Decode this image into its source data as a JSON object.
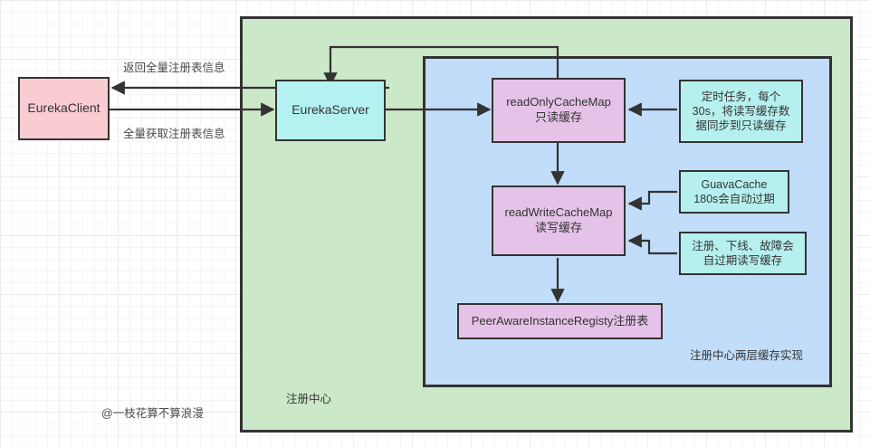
{
  "diagram": {
    "title_watermark": "@一枝花算不算浪漫",
    "colors": {
      "client_fill": "#f9ccd2",
      "server_fill": "#b4f2f2",
      "cache_fill": "#e5c3e8",
      "note_fill": "#b6f0ee",
      "outer_container_fill": "#cbe8c8",
      "inner_container_fill": "#c1ddf9",
      "stroke": "#333333",
      "grid": "#ececec"
    },
    "containers": [
      {
        "id": "registry-center",
        "label": "注册中心"
      },
      {
        "id": "two-level-cache",
        "label": "注册中心两层缓存实现"
      }
    ],
    "nodes": [
      {
        "id": "eureka-client",
        "label": "EurekaClient"
      },
      {
        "id": "eureka-server",
        "label": "EurekaServer"
      },
      {
        "id": "read-only-cache-map",
        "label": "readOnlyCacheMap\n只读缓存"
      },
      {
        "id": "read-write-cache-map",
        "label": "readWriteCacheMap\n读写缓存"
      },
      {
        "id": "peer-aware-instance-registry",
        "label": "PeerAwareInstanceRegisty注册表"
      },
      {
        "id": "note-scheduled-task",
        "label": "定时任务，每个\n30s，将读写缓存数\n据同步到只读缓存"
      },
      {
        "id": "note-guava-cache",
        "label": "GuavaCache\n180s会自动过期"
      },
      {
        "id": "note-expire-rw-cache",
        "label": "注册、下线、故障会\n自过期读写缓存"
      }
    ],
    "edge_labels": [
      {
        "id": "return-full-registry",
        "label": "返回全量注册表信息"
      },
      {
        "id": "fetch-full-registry",
        "label": "全量获取注册表信息"
      }
    ]
  }
}
